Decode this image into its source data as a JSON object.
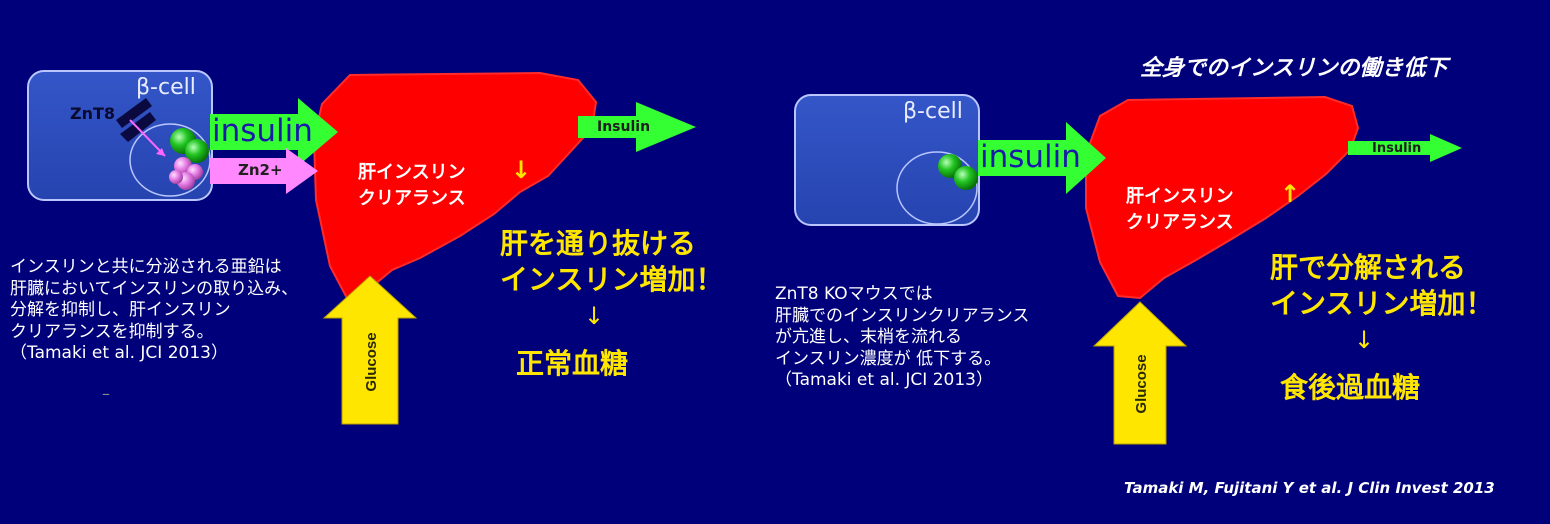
{
  "colors": {
    "background": "#00007a",
    "liver": "#ff0000",
    "insulin_arrow": "#33ff33",
    "zn_arrow": "#ff88ff",
    "glucose_arrow": "#ffe600",
    "cell": "#2a4bbf"
  },
  "left": {
    "cell_label": "β-cell",
    "znt8_label": "ZnT8",
    "insulin_arrow_label": "insulin",
    "zn_arrow_label": "Zn2+",
    "liver_label_1": "肝インスリン",
    "liver_label_2": "クリアランス",
    "clearance_change": "↓",
    "out_arrow_label": "Insulin",
    "glucose_label": "Glucose",
    "result_1": "肝を通り抜ける",
    "result_2": "インスリン増加！",
    "result_arrow": "↓",
    "outcome": "正常血糖",
    "note": [
      "インスリンと共に分泌される亜鉛は",
      "肝臓においてインスリンの取り込み、",
      "分解を抑制し、肝インスリン",
      "クリアランスを抑制する。",
      "（Tamaki et al. JCI 2013）"
    ],
    "dash": "–"
  },
  "right": {
    "heading": "全身でのインスリンの働き低下",
    "cell_label": "β-cell",
    "insulin_arrow_label": "insulin",
    "liver_label_1": "肝インスリン",
    "liver_label_2": "クリアランス",
    "clearance_change": "↑",
    "out_arrow_label": "Insulin",
    "glucose_label": "Glucose",
    "result_1": "肝で分解される",
    "result_2": "インスリン増加！",
    "result_arrow": "↓",
    "outcome": "食後過血糖",
    "note": [
      "ZnT8 KOマウスでは",
      "肝臓でのインスリンクリアランス",
      "が亢進し、末梢を流れる",
      "インスリン濃度が 低下する。",
      "（Tamaki et al.  JCI 2013）"
    ]
  },
  "citation": "Tamaki M, Fujitani Y et al. J Clin Invest 2013"
}
